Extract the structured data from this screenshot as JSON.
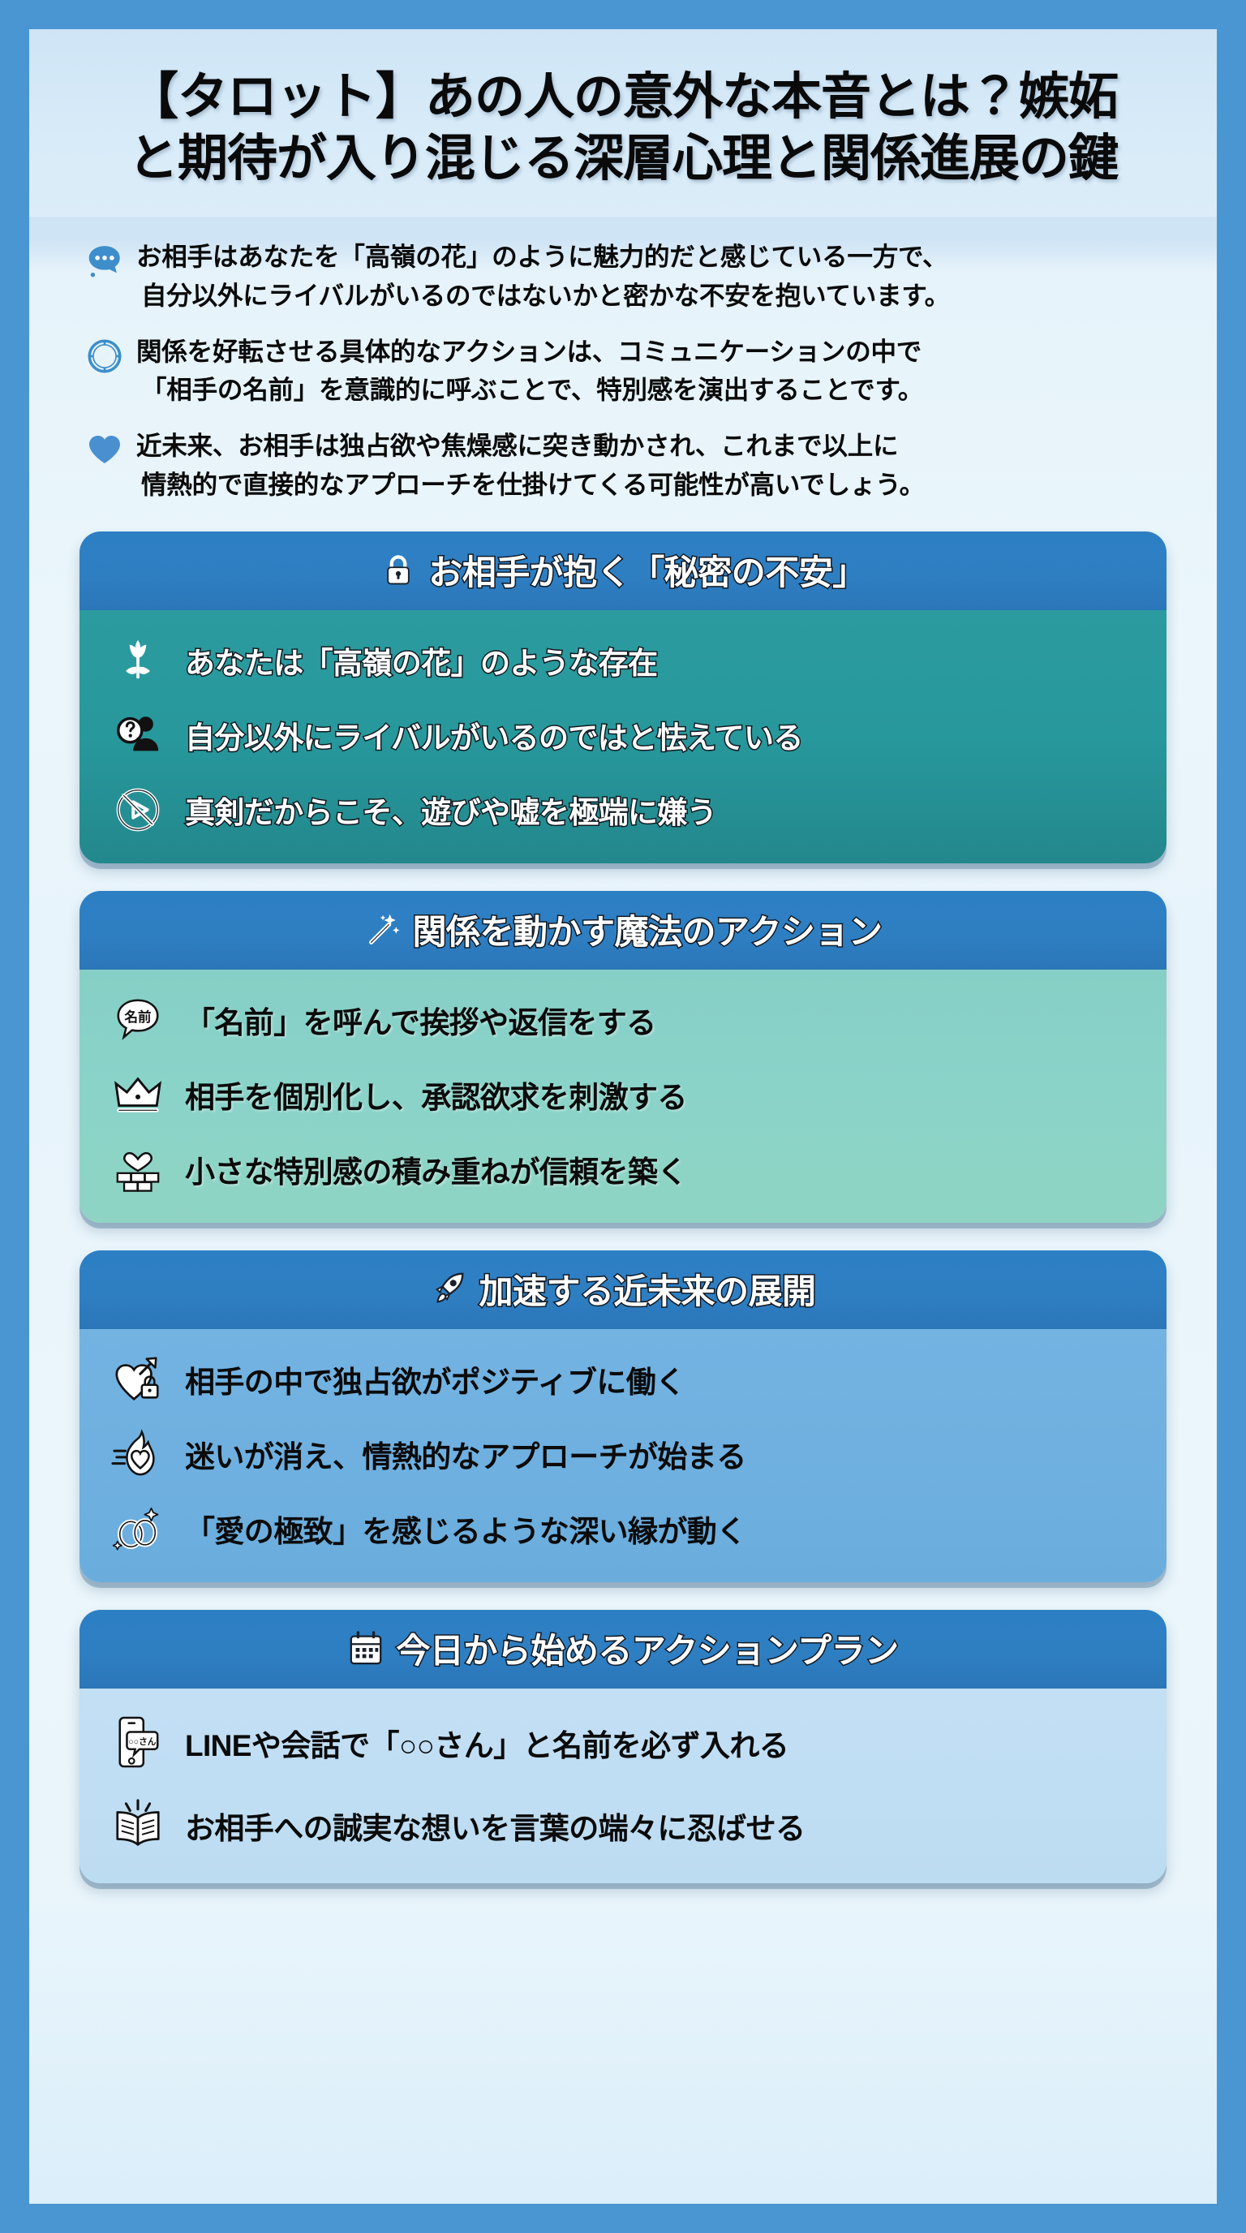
{
  "page": {
    "frame_color": "#4a96d2",
    "background": "#e8f4fb"
  },
  "header": {
    "title_line1": "【タロット】あの人の意外な本音とは？嫉妬",
    "title_line2": "と期待が入り混じる深層心理と関係進展の鍵"
  },
  "summary": {
    "bullets": [
      {
        "icon": "speech-bubble-icon",
        "line1": "お相手はあなたを「高嶺の花」のように魅力的だと感じている一方で、",
        "line2": "自分以外にライバルがいるのではないかと密かな不安を抱いています。"
      },
      {
        "icon": "compass-icon",
        "line1": "関係を好転させる具体的なアクションは、コミュニケーションの中で",
        "line2": "「相手の名前」を意識的に呼ぶことで、特別感を演出することです。"
      },
      {
        "icon": "heart-icon",
        "line1": "近未来、お相手は独占欲や焦燥感に突き動かされ、これまで以上に",
        "line2": "情熱的で直接的なアプローチを仕掛けてくる可能性が高いでしょう。"
      }
    ]
  },
  "cards": [
    {
      "id": "card-secret-anxiety",
      "header_icon": "lock-icon",
      "header_title": "お相手が抱く「秘密の不安」",
      "header_color": "#2d7fc4",
      "body_color": "#27989c",
      "rows": [
        {
          "icon": "tulip-icon",
          "text": "あなたは「高嶺の花」のような存在"
        },
        {
          "icon": "person-question-icon",
          "text": "自分以外にライバルがいるのではと怯えている"
        },
        {
          "icon": "no-play-icon",
          "text": "真剣だからこそ、遊びや嘘を極端に嫌う"
        }
      ]
    },
    {
      "id": "card-magic-action",
      "header_icon": "magic-wand-icon",
      "header_title": "関係を動かす魔法のアクション",
      "header_color": "#2d7fc4",
      "body_color": "#8ad3c9",
      "rows": [
        {
          "icon": "name-bubble-icon",
          "text": "「名前」を呼んで挨拶や返信をする",
          "icon_label": "名前"
        },
        {
          "icon": "crown-icon",
          "text": "相手を個別化し、承認欲求を刺激する"
        },
        {
          "icon": "bricks-heart-icon",
          "text": "小さな特別感の積み重ねが信頼を築く"
        }
      ]
    },
    {
      "id": "card-near-future",
      "header_icon": "rocket-icon",
      "header_title": "加速する近未来の展開",
      "header_color": "#2d7fc4",
      "body_color": "#6fb0e0",
      "rows": [
        {
          "icon": "heart-lock-arrow-icon",
          "text": "相手の中で独占欲がポジティブに働く"
        },
        {
          "icon": "flaming-heart-icon",
          "text": "迷いが消え、情熱的なアプローチが始まる"
        },
        {
          "icon": "wedding-rings-icon",
          "text": "「愛の極致」を感じるような深い縁が動く"
        }
      ]
    },
    {
      "id": "card-action-plan",
      "header_icon": "calendar-icon",
      "header_title": "今日から始めるアクションプラン",
      "header_color": "#2d7fc4",
      "body_color": "#c0def3",
      "rows": [
        {
          "icon": "phone-message-icon",
          "text": "LINEや会話で「○○さん」と名前を必ず入れる",
          "icon_label": "○○さん"
        },
        {
          "icon": "open-book-icon",
          "text": "お相手への誠実な想いを言葉の端々に忍ばせる"
        }
      ]
    }
  ]
}
